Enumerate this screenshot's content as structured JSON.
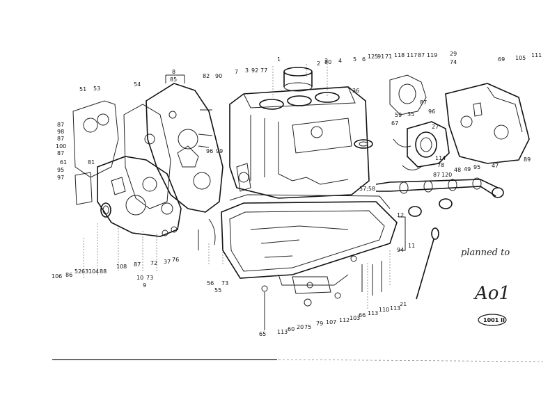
{
  "diagram": {
    "labels_top": [
      "1",
      "2",
      "4",
      "3",
      "5",
      "6",
      "125",
      "91",
      "71",
      "118",
      "117",
      "87",
      "119",
      "29",
      "74",
      "69",
      "105",
      "111",
      "82",
      "90",
      "7",
      "3",
      "92",
      "77",
      "80",
      "8",
      "85",
      "54",
      "51",
      "53",
      "36"
    ],
    "labels_left": [
      "87",
      "98",
      "87",
      "100",
      "87",
      "95",
      "97",
      "81",
      "61"
    ],
    "labels_mid": [
      "96",
      "99",
      "59",
      "35",
      "67",
      "57;58",
      "87",
      "96",
      "27",
      "48",
      "49",
      "95",
      "47",
      "114",
      "78",
      "87",
      "120",
      "89",
      "12",
      "94",
      "11"
    ],
    "labels_bottom": [
      "106",
      "86",
      "52",
      "63",
      "104",
      "88",
      "108",
      "87",
      "72",
      "37",
      "76",
      "10",
      "73",
      "9",
      "56",
      "55",
      "73",
      "65",
      "113",
      "60",
      "20",
      "75",
      "79",
      "107",
      "112",
      "103",
      "66",
      "113",
      "110",
      "113",
      "21"
    ],
    "handwriting": [
      "planned to",
      "Ao1"
    ],
    "stamp": "1001 II"
  }
}
